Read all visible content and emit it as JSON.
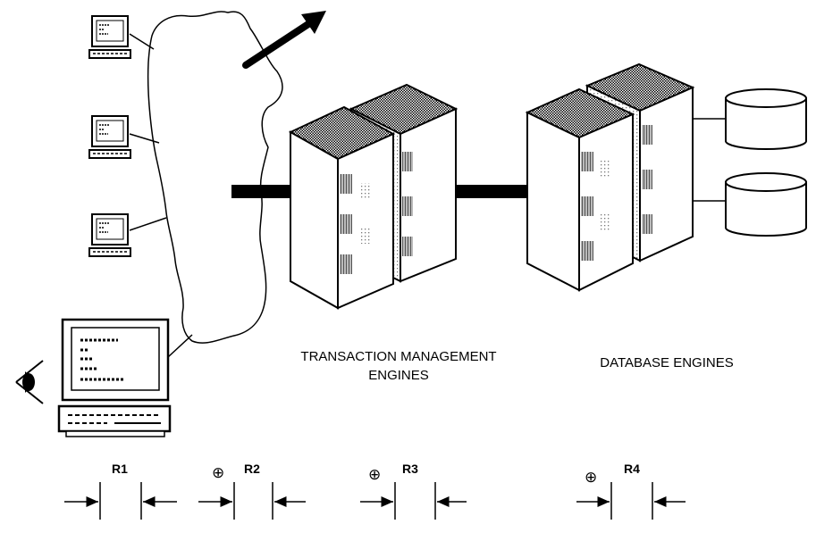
{
  "labels": {
    "tm_line1": "TRANSACTION MANAGEMENT",
    "tm_line2": "ENGINES",
    "db": "DATABASE ENGINES"
  },
  "response_segments": [
    {
      "label": "R1",
      "prefix": ""
    },
    {
      "label": "R2",
      "prefix": "⊕"
    },
    {
      "label": "R3",
      "prefix": "⊕"
    },
    {
      "label": "R4",
      "prefix": "⊕"
    }
  ],
  "icons": [
    "terminal-icon",
    "network-cloud",
    "arrow-icon",
    "server-tower-icon",
    "database-disk-icon",
    "workstation-icon",
    "eye-icon"
  ]
}
